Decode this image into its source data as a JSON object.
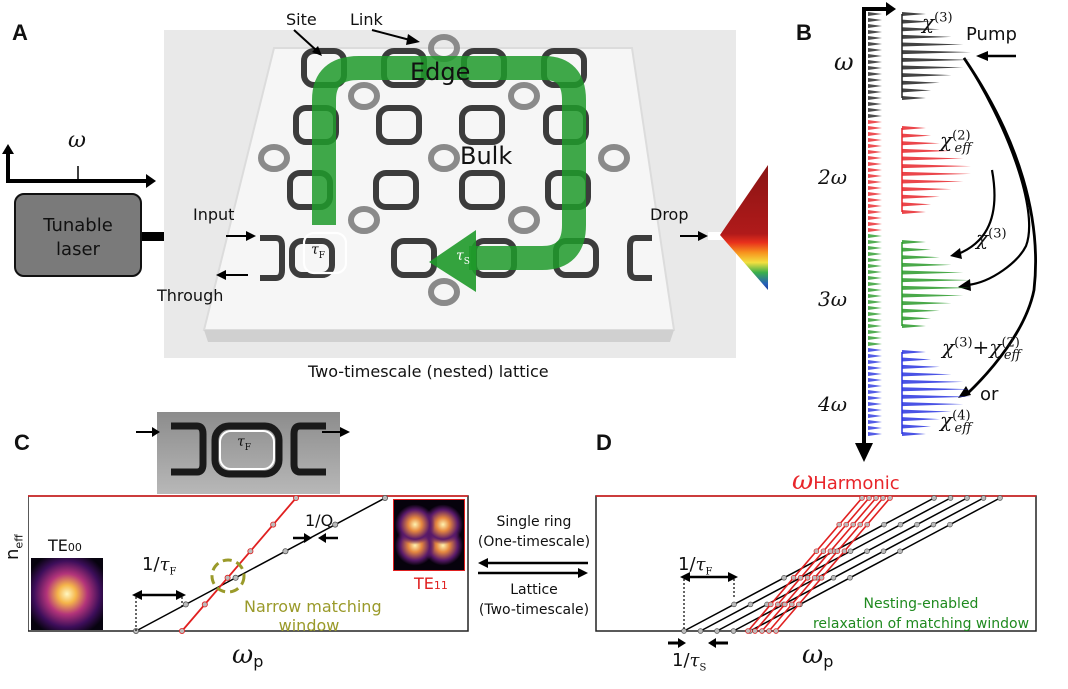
{
  "panels": {
    "a": {
      "label": "A",
      "laser": {
        "line1": "Tunable",
        "line2": "laser"
      },
      "spectrum_axis_symbol": "ω",
      "ports": {
        "input": "Input",
        "through": "Through",
        "drop": "Drop"
      },
      "callouts": {
        "site": "Site",
        "link": "Link"
      },
      "regions": {
        "edge": "Edge",
        "bulk": "Bulk"
      },
      "timescales": {
        "fast": "τ",
        "fast_sub": "F",
        "slow": "τ",
        "slow_sub": "S"
      },
      "caption": "Two-timescale (nested) lattice",
      "colors": {
        "edge_path": "#1f9a2a",
        "site_ring": "#3c3c3c",
        "link_ring": "#8a8a8a",
        "chip": "#f2f2f2"
      }
    },
    "b": {
      "label": "B",
      "axis_labels": [
        "ω",
        "2ω",
        "3ω",
        "4ω"
      ],
      "pump_label": "Pump",
      "harmonic_label": "ω",
      "harmonic_sub": "Harmonic",
      "processes": [
        {
          "symbol": "χ",
          "sup": "(3)",
          "sub": ""
        },
        {
          "symbol": "χ",
          "sup": "(2)",
          "sub": "eff"
        },
        {
          "symbol": "χ",
          "sup": "(3)",
          "sub": ""
        },
        {
          "symbol": "χ",
          "sup": "(3)",
          "sub": "",
          "joiner": "+"
        },
        {
          "symbol": "χ",
          "sup": "(2)",
          "sub": "eff"
        },
        {
          "symbol": "χ",
          "sup": "(4)",
          "sub": "eff"
        }
      ],
      "or_label": "or",
      "comb_colors": [
        "#222222",
        "#e8262b",
        "#2a9a2a",
        "#2a35e0"
      ]
    },
    "c": {
      "label": "C",
      "ylabel": "n",
      "ylabel_sub": "eff",
      "xlabel": "ω",
      "xlabel_sub": "p",
      "mode_fundamental": {
        "name": "TE",
        "sub": "00"
      },
      "mode_harmonic": {
        "name": "TE",
        "sub": "11"
      },
      "fsr_label": "1/",
      "fsr_tau": "τ",
      "fsr_sub": "F",
      "q_label": "1/Q",
      "window_label_line1": "Narrow matching",
      "window_label_line2": "window",
      "window_color": "#9a9a2a"
    },
    "middle": {
      "top_line1": "Single ring",
      "top_line2": "(One-timescale)",
      "bottom_line1": "Lattice",
      "bottom_line2": "(Two-timescale)"
    },
    "d": {
      "label": "D",
      "xlabel": "ω",
      "xlabel_sub": "p",
      "fsr_label": "1/",
      "fsr_tau": "τ",
      "fsr_sub": "F",
      "slow_label": "1/",
      "slow_tau": "τ",
      "slow_sub": "S",
      "relax_line1": "Nesting-enabled",
      "relax_line2": "relaxation of matching window",
      "relax_color": "#1f8a1f",
      "fundamental_lines": 5,
      "harmonic_lines": 5
    }
  }
}
